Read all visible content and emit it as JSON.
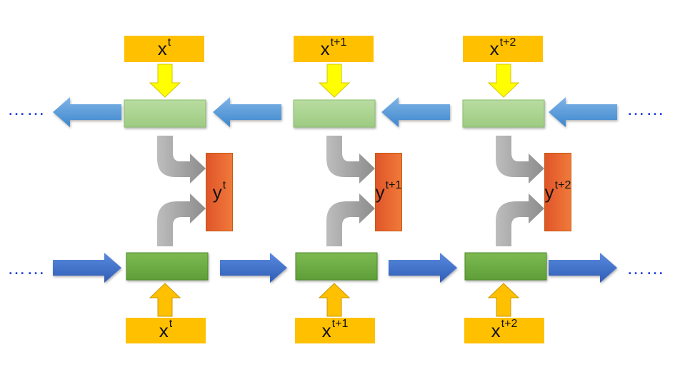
{
  "colors": {
    "input_box": "#FFC000",
    "forward_cell": "#70AD47",
    "backward_cell": "#A9D18E",
    "output_box": "#ED7D31",
    "forward_arrow": "#4472C4",
    "backward_arrow": "#5B9BD5",
    "input_arrow_top": "#FFFF00",
    "input_arrow_bottom": "#FFC000",
    "merge_arrow": "#A6A6A6",
    "ellipsis": "#1F3FE0"
  },
  "ellipsis": "……",
  "steps": [
    {
      "x_base": "x",
      "x_sup": "t",
      "y_base": "y",
      "y_sup": "t"
    },
    {
      "x_base": "x",
      "x_sup": "t+1",
      "y_base": "y",
      "y_sup": "t+1"
    },
    {
      "x_base": "x",
      "x_sup": "t+2",
      "y_base": "y",
      "y_sup": "t+2"
    }
  ]
}
